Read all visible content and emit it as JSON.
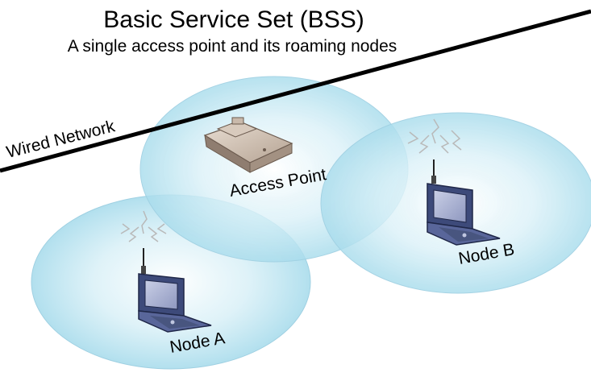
{
  "title": "Basic Service Set (BSS)",
  "subtitle": "A single access point and its roaming nodes",
  "labels": {
    "wired_network": "Wired Network",
    "access_point": "Access Point",
    "node_a": "Node A",
    "node_b": "Node B"
  },
  "colors": {
    "coverage_fill": "#a9dcec",
    "coverage_edge": "#8fc6da",
    "wire": "#000000",
    "laptop": "#3d4a7a",
    "access_point": "#b8a89a"
  },
  "icons": [
    "access-point-icon",
    "laptop-icon",
    "laptop-icon",
    "wireless-signal-icon"
  ]
}
